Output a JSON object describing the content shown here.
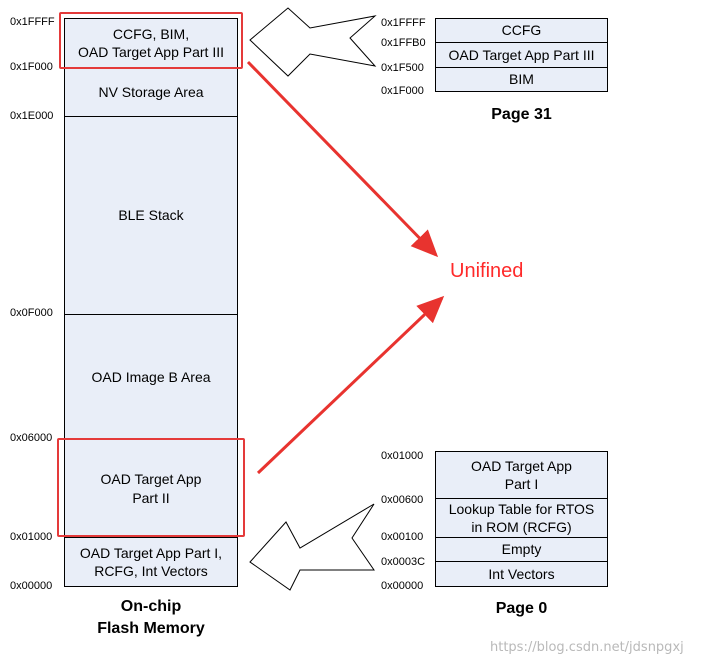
{
  "flash": {
    "caption": "On-chip\nFlash Memory",
    "addresses": [
      "0x1FFFF",
      "0x1F000",
      "0x1E000",
      "0x0F000",
      "0x06000",
      "0x01000",
      "0x00000"
    ],
    "blocks": [
      "CCFG, BIM,\nOAD Target App Part III",
      "NV Storage Area",
      "BLE Stack",
      "OAD Image B Area",
      "OAD Target App\nPart II",
      "OAD Target App Part I,\nRCFG, Int Vectors"
    ]
  },
  "page31": {
    "caption": "Page 31",
    "addresses": [
      "0x1FFFF",
      "0x1FFB0",
      "0x1F500",
      "0x1F000"
    ],
    "blocks": [
      "CCFG",
      "OAD Target App Part III",
      "BIM"
    ]
  },
  "page0": {
    "caption": "Page 0",
    "addresses": [
      "0x01000",
      "0x00600",
      "0x00100",
      "0x0003C",
      "0x00000"
    ],
    "blocks": [
      "OAD Target App\nPart I",
      "Lookup Table for RTOS\nin ROM (RCFG)",
      "Empty",
      "Int Vectors"
    ]
  },
  "center_label": "Unifined",
  "watermark": "https://blog.csdn.net/jdsnpgxj",
  "colors": {
    "block_fill": "#e9eef8",
    "highlight": "#e43a3a",
    "arrow": "#e8332f",
    "label": "#ff2a2a"
  }
}
